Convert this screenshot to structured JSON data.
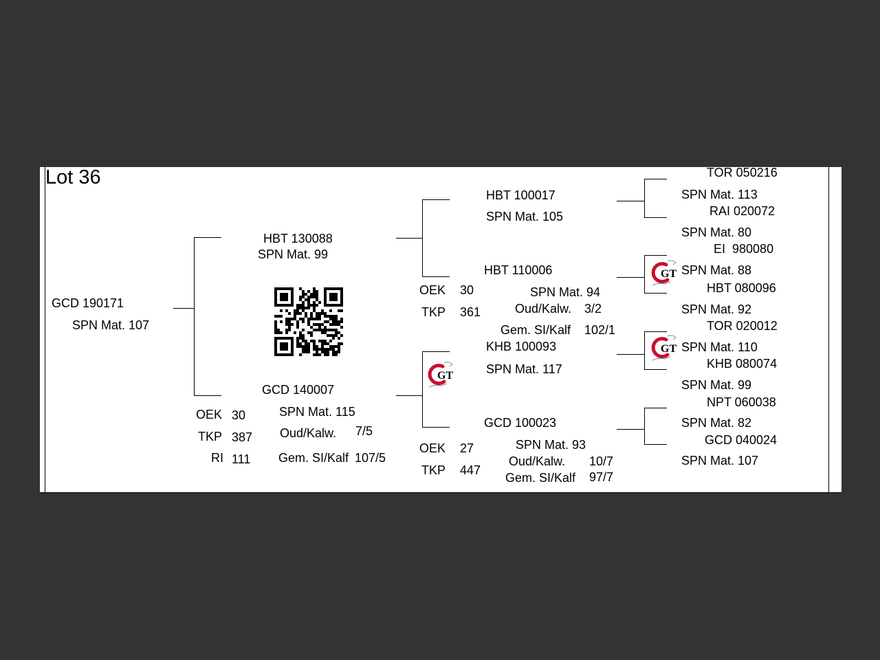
{
  "title": "Lot 36",
  "subject": {
    "id": "GCD 190171",
    "spn": "SPN Mat. 107"
  },
  "sire": {
    "id": "HBT 130088",
    "spn": "SPN Mat. 99"
  },
  "dam": {
    "id": "GCD 140007",
    "spn": "SPN Mat. 115",
    "stats": [
      {
        "label": "OEK",
        "value": "30"
      },
      {
        "label": "TKP",
        "value": "387"
      },
      {
        "label": "RI",
        "value": "111"
      }
    ],
    "oud_label": "Oud/Kalw.",
    "oud_value": "7/5",
    "gem_label": "Gem. SI/Kalf",
    "gem_value": "107/5"
  },
  "ss": {
    "id": "HBT 100017",
    "spn": "SPN Mat. 105"
  },
  "sd": {
    "id": "HBT 110006",
    "spn": "SPN Mat. 94",
    "oek_label": "OEK",
    "oek_value": "30",
    "tkp_label": "TKP",
    "tkp_value": "361",
    "oud_label": "Oud/Kalw.",
    "oud_value": "3/2",
    "gem_label": "Gem. SI/Kalf",
    "gem_value": "102/1"
  },
  "ds": {
    "id": "KHB 100093",
    "spn": "SPN Mat. 117"
  },
  "dd": {
    "id": "GCD 100023",
    "spn": "SPN Mat. 93",
    "oek_label": "OEK",
    "oek_value": "27",
    "tkp_label": "TKP",
    "tkp_value": "447",
    "oud_label": "Oud/Kalw.",
    "oud_value": "10/7",
    "gem_label": "Gem. SI/Kalf",
    "gem_value": "97/7"
  },
  "gen3": [
    {
      "id": "TOR 050216",
      "spn": "SPN Mat. 113"
    },
    {
      "id": "RAI 020072",
      "spn": "SPN Mat. 80"
    },
    {
      "id": "EI  980080",
      "spn": "SPN Mat. 88"
    },
    {
      "id": "HBT 080096",
      "spn": "SPN Mat. 92"
    },
    {
      "id": "TOR 020012",
      "spn": "SPN Mat. 110"
    },
    {
      "id": "KHB 080074",
      "spn": "SPN Mat. 99"
    },
    {
      "id": "NPT 060038",
      "spn": "SPN Mat. 82"
    },
    {
      "id": "GCD 040024",
      "spn": "SPN Mat. 107"
    }
  ],
  "logo_text": "GT",
  "colors": {
    "page_bg": "#333333",
    "document_bg": "#ffffff",
    "logo_red": "#c8102e"
  }
}
